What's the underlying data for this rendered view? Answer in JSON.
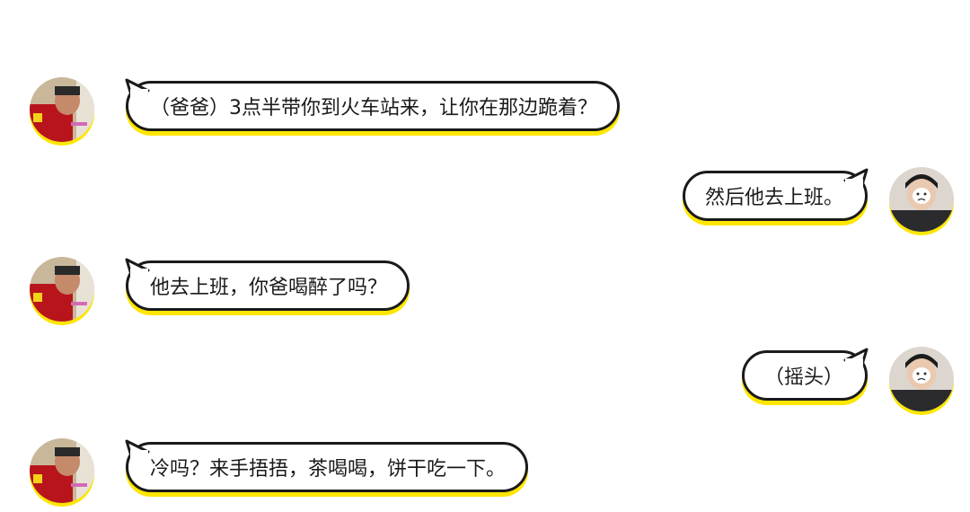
{
  "colors": {
    "bubble_border": "#1a1a1a",
    "bubble_shadow": "#ffe600",
    "background": "#ffffff"
  },
  "messages": [
    {
      "side": "left",
      "speaker": "father",
      "text": "（爸爸）3点半带你到火车站来，让你在那边跪着？"
    },
    {
      "side": "right",
      "speaker": "child",
      "text": "然后他去上班。"
    },
    {
      "side": "left",
      "speaker": "father",
      "text": "他去上班，你爸喝醉了吗？"
    },
    {
      "side": "right",
      "speaker": "child",
      "text": "（摇头）"
    },
    {
      "side": "left",
      "speaker": "father",
      "text": "冷吗？来手捂捂，茶喝喝，饼干吃一下。"
    }
  ]
}
